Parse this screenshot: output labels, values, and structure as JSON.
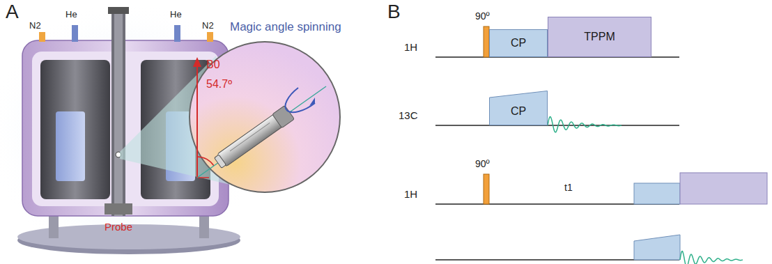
{
  "diagram": {
    "nodes": [
      {
        "text": [
          "CP"
        ]
      },
      {
        "text": [
          "TPPM"
        ]
      },
      {
        "text": [
          "CP"
        ]
      }
    ],
    "labels": [
      "A",
      "N2",
      "He",
      "He",
      "N2",
      "Magic angle spinning",
      "B0",
      "54.7º",
      "Probe",
      "B",
      "90º",
      "1H",
      "13C",
      "90º",
      "1H",
      "t1"
    ]
  }
}
